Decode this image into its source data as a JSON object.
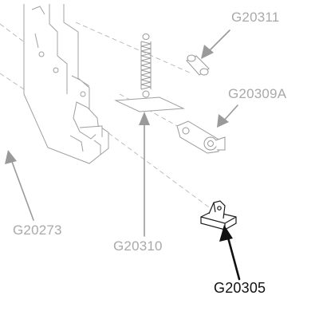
{
  "labels": {
    "g20311": "G20311",
    "g20309a": "G20309A",
    "g20273": "G20273",
    "g20310": "G20310",
    "g20305": "G20305"
  },
  "colors": {
    "faded_line": "#9a9a9a",
    "faded_text": "#a9a9a9",
    "highlight": "#111111"
  },
  "highlighted_part": "G20305"
}
